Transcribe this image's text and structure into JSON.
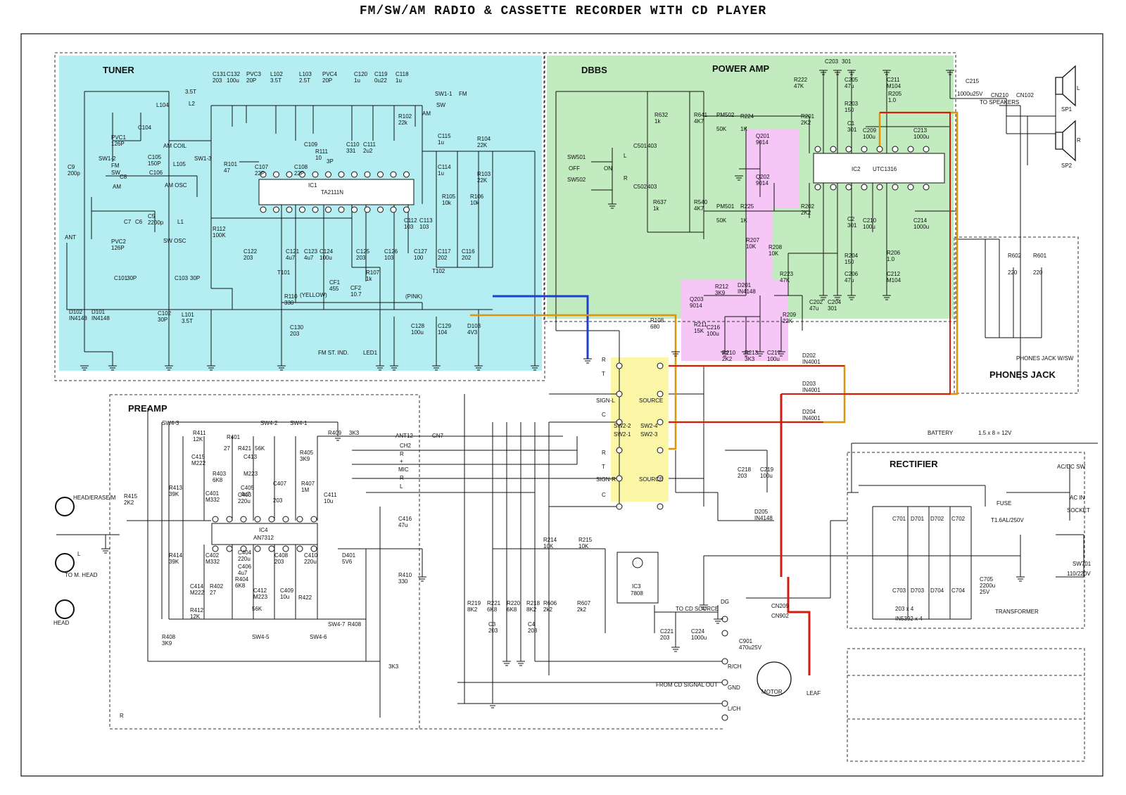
{
  "title": "FM/SW/AM RADIO & CASSETTE RECORDER WITH CD PLAYER",
  "colors": {
    "tuner_bg": "#b5eef2",
    "power_bg": "#c2ebc0",
    "pink_bg": "#f6c6f6",
    "switch_bg": "#fbf7a6",
    "wire_blue": "#1c3fd1",
    "wire_orange": "#e0920a",
    "wire_red": "#d41b12",
    "wire_black": "#111111"
  },
  "sections": {
    "tuner": "TUNER",
    "dbbs": "DBBS",
    "power_amp": "POWER AMP",
    "preamp": "PREAMP",
    "rectifier": "RECTIFIER",
    "phones_jack": "PHONES JACK"
  },
  "ics": {
    "ic1": {
      "ref": "IC1",
      "part": "TA2111N"
    },
    "ic2": {
      "ref": "IC2",
      "part": "UTC1316"
    },
    "ic3": {
      "ref": "IC3",
      "part": "7808"
    },
    "ic4": {
      "ref": "IC4",
      "part": "AN7312"
    }
  },
  "tuner_labels": [
    "C131\n203",
    "C132\n100u",
    "PVC3\n20P",
    "L102\n3.5T",
    "L103\n2.5T",
    "PVC4\n20P",
    "C120\n1u",
    "C119\n0u22",
    "C118\n1u",
    "3.5T",
    "L2",
    "L104",
    "C104",
    "PVC1\n126P",
    "AM COIL",
    "SW1-2",
    "FM",
    "SW",
    "AM",
    "C105\n150P",
    "C106",
    "L105",
    "SW1-3",
    "C8",
    "AM OSC",
    "C9\n200p",
    "C5\n2200p",
    "L1",
    "C7",
    "C6",
    "SW OSC",
    "PVC2\n126P",
    "ANT",
    "C101",
    "30P",
    "C103",
    "30P",
    "C102\n30P",
    "L101\n3.5T",
    "D102\nIN4148",
    "D101\nIN4148",
    "R101\n47",
    "C107\n22P",
    "C108\n22P",
    "R111\n10",
    "3P",
    "C109",
    "C110\n331",
    "C111\n2u2",
    "R102\n22k",
    "SW1-1",
    "FM",
    "SW",
    "AM",
    "C115\n1u",
    "R104\n22K",
    "C114\n1u",
    "R103\n22K",
    "R105\n10k",
    "R106\n10k",
    "R112\n100K",
    "C122\n203",
    "C121\n4u7",
    "C123\n4u7",
    "C124\n100u",
    "C125\n203",
    "C126\n103",
    "C112\n103",
    "C113\n103",
    "C117\n202",
    "C116\n202",
    "C127\n100",
    "T101",
    "(YELLOW)",
    "CF1\n455",
    "CF2\n10.7",
    "R107\n1k",
    "T102",
    "(PINK)",
    "R110\n330",
    "C130\n203",
    "LED1",
    "FM ST. IND.",
    "C128\n100u",
    "C129\n104",
    "D103\n4V3"
  ],
  "power_labels": [
    "C203",
    "301",
    "R222\n47K",
    "C205\n47u",
    "C211\nM104",
    "C215",
    "1000u25V",
    "R205\n1.0",
    "R203\n150",
    "R632\n1k",
    "R641\n4K7",
    "PM502",
    "R224",
    "50K",
    "1K",
    "R201\n2K2",
    "C1\n301",
    "C209\n100u",
    "C213\n1000u",
    "SW501",
    "OFF",
    "ON",
    "C501",
    "403",
    "SW502",
    "L",
    "R",
    "C502",
    "403",
    "R637\n1k",
    "R540\n4K7",
    "PM501",
    "R225",
    "50K",
    "1K",
    "Q201\n9014",
    "Q202\n9014",
    "R202\n2K2",
    "C2\n301",
    "C210\n100u",
    "C214\n1000u",
    "R207\n10K",
    "R208\n10K",
    "R204\n150",
    "C206\n47u",
    "R206\n1.0",
    "C212\nM104",
    "R223\n47K",
    "C202\n47u",
    "C204\n301",
    "Q203\n9014",
    "R212\n3K9",
    "D201\nIN4148",
    "R211\n15K",
    "C216\n100u",
    "R210\n2K2",
    "R213\n3K3",
    "C217\n100u",
    "R209\n22K",
    "R108\n680"
  ],
  "right_labels": [
    "CN210",
    "TO SPEAKERS",
    "CN102",
    "L",
    "R",
    "SP1",
    "SP2",
    "R602",
    "R601",
    "220",
    "220",
    "PHONES JACK W/SW",
    "BATTERY",
    "1.5 x 8 = 12V",
    "AC/DC SW",
    "AC IN",
    "SOCKET",
    "FUSE",
    "T1.6AL/250V",
    "SW701",
    "110/220V",
    "C701",
    "D701",
    "D702",
    "C702",
    "C703",
    "D703",
    "D704",
    "C704",
    "C705\n2200u\n25V",
    "203 x 4",
    "IN5392 x 4",
    "TRANSFORMER"
  ],
  "switch_labels": [
    "R",
    "T",
    "SIGN-L",
    "C",
    "SW2-2",
    "SW2-1",
    "R",
    "T",
    "SIGN-R",
    "C",
    "SOURCE",
    "SW2-4",
    "SW2-3",
    "SOURCE",
    "D202\nIN4001",
    "D203\nIN4001",
    "D204\nIN4001"
  ],
  "preamp_labels": [
    "SW4-3",
    "R411\n12K",
    "R401",
    "27",
    "R421",
    "56K",
    "SW4-2",
    "SW4-1",
    "R409",
    "3K3",
    "C415\nM222",
    "C413",
    "R403\n6K8",
    "M223",
    "R405\n3K9",
    "C401\nM332",
    "C405\n4u7",
    "C407",
    "203",
    "C403\n220u",
    "R407\n1M",
    "C411\n10u",
    "R413\n39K",
    "R414\n39K",
    "C402\nM332",
    "C404\n220u",
    "C406\n4u7",
    "C408\n203",
    "C410\n220u",
    "D401\n5V6",
    "C414\nM222",
    "R402\n27",
    "R404\n6K8",
    "C412\nM223",
    "C409\n10u",
    "R412\n12K",
    "R422",
    "56K",
    "R408\n3K9",
    "SW4-5",
    "SW4-6",
    "SW4-7",
    "R408",
    "3K3",
    "C416\n47u",
    "R410\n330",
    "R415\n2K2",
    "TO M. HEAD",
    "HEAD",
    "HEAD/ERASE/M",
    "L",
    "R"
  ],
  "bottom_labels": [
    "ANT12",
    "CN7",
    "CH2",
    "R",
    "+",
    "MIC",
    "R",
    "L",
    "C218\n203",
    "C219\n100u",
    "D205\nIN4148",
    "R214\n10K",
    "R215\n10K",
    "R219\n8K2",
    "R221\n6K8",
    "R220\n6K8",
    "R218\n8K2",
    "R606\n2k2",
    "R607\n2k2",
    "C3\n203",
    "C4\n203",
    "C221\n203",
    "C224\n1000u",
    "TO CD SOURCE",
    "DG",
    "+",
    "CN209",
    "CN902",
    "C901\n470u25V",
    "MOTOR",
    "LEAF",
    "R/CH",
    "FROM CD SIGNAL OUT",
    "GND",
    "L/CH"
  ]
}
